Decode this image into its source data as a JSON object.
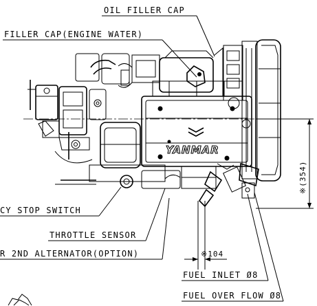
{
  "labels": {
    "oil_filler_cap": "OIL FILLER CAP",
    "filler_cap_engine_water": "FILLER CAP(ENGINE WATER)",
    "emergency_stop_switch": "CY STOP SWITCH",
    "throttle_sensor": "THROTTLE SENSOR",
    "second_alternator": "R 2ND ALTERNATOR(OPTION)",
    "fuel_inlet": "FUEL INLET Ø8",
    "fuel_over_flow": "FUEL OVER FLOW Ø8"
  },
  "dimensions": {
    "height_354": "※(354)",
    "offset_104": "※104"
  },
  "brand": {
    "name": "YANMAR"
  }
}
